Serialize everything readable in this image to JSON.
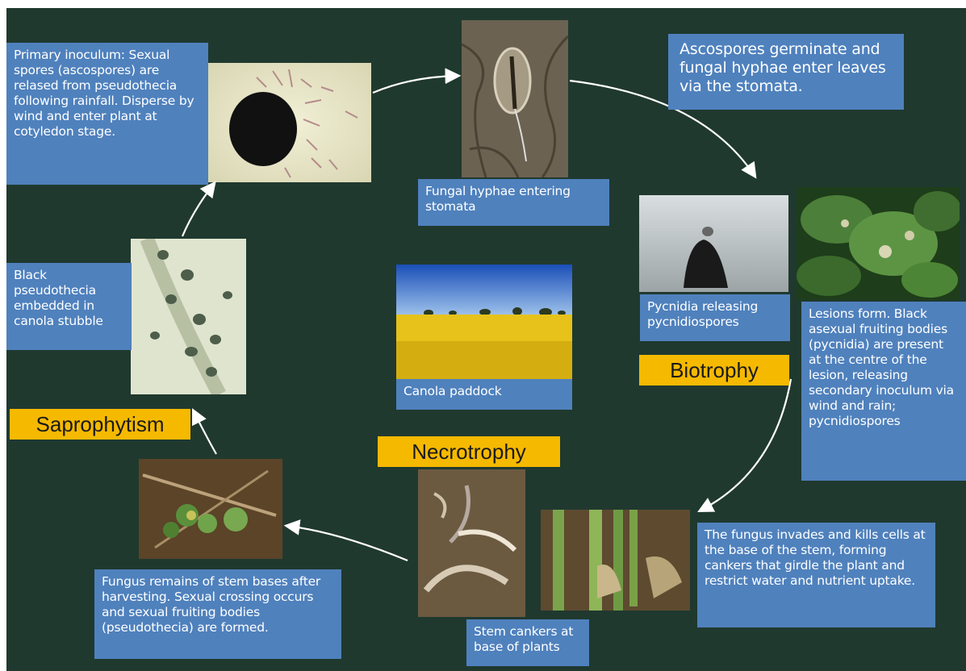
{
  "colors": {
    "background": "#20392f",
    "text_box": "#4f81bd",
    "phase_label": "#f5b900"
  },
  "boxes": {
    "primary_inoculum": "Primary inoculum: Sexual spores (ascospores) are relased from pseudothecia following rainfall. Disperse by wind and enter plant at cotyledon stage.",
    "fungal_hyphae_entering": "Fungal hyphae entering stomata",
    "ascospores_germinate": "Ascospores germinate and fungal hyphae enter leaves via the stomata.",
    "pycnidia_releasing": "Pycnidia releasing pycnidiospores",
    "lesions_form": "Lesions form. Black asexual fruiting bodies (pycnidia) are present at the centre of the lesion, releasing secondary inoculum via wind and rain; pycnidiospores",
    "fungus_invades": "The fungus invades and kills cells at the base of the stem, forming cankers that girdle the plant and restrict water and nutrient uptake.",
    "stem_cankers": "Stem cankers at base of plants",
    "fungus_remains": "Fungus remains of stem bases after harvesting. Sexual crossing occurs and sexual fruiting bodies (pseudothecia) are formed.",
    "black_pseudothecia": "Black pseudothecia embedded in canola stubble",
    "canola_paddock": "Canola paddock"
  },
  "phases": {
    "biotrophy": "Biotrophy",
    "necrotrophy": "Necrotrophy",
    "saprophytism": "Saprophytism"
  }
}
